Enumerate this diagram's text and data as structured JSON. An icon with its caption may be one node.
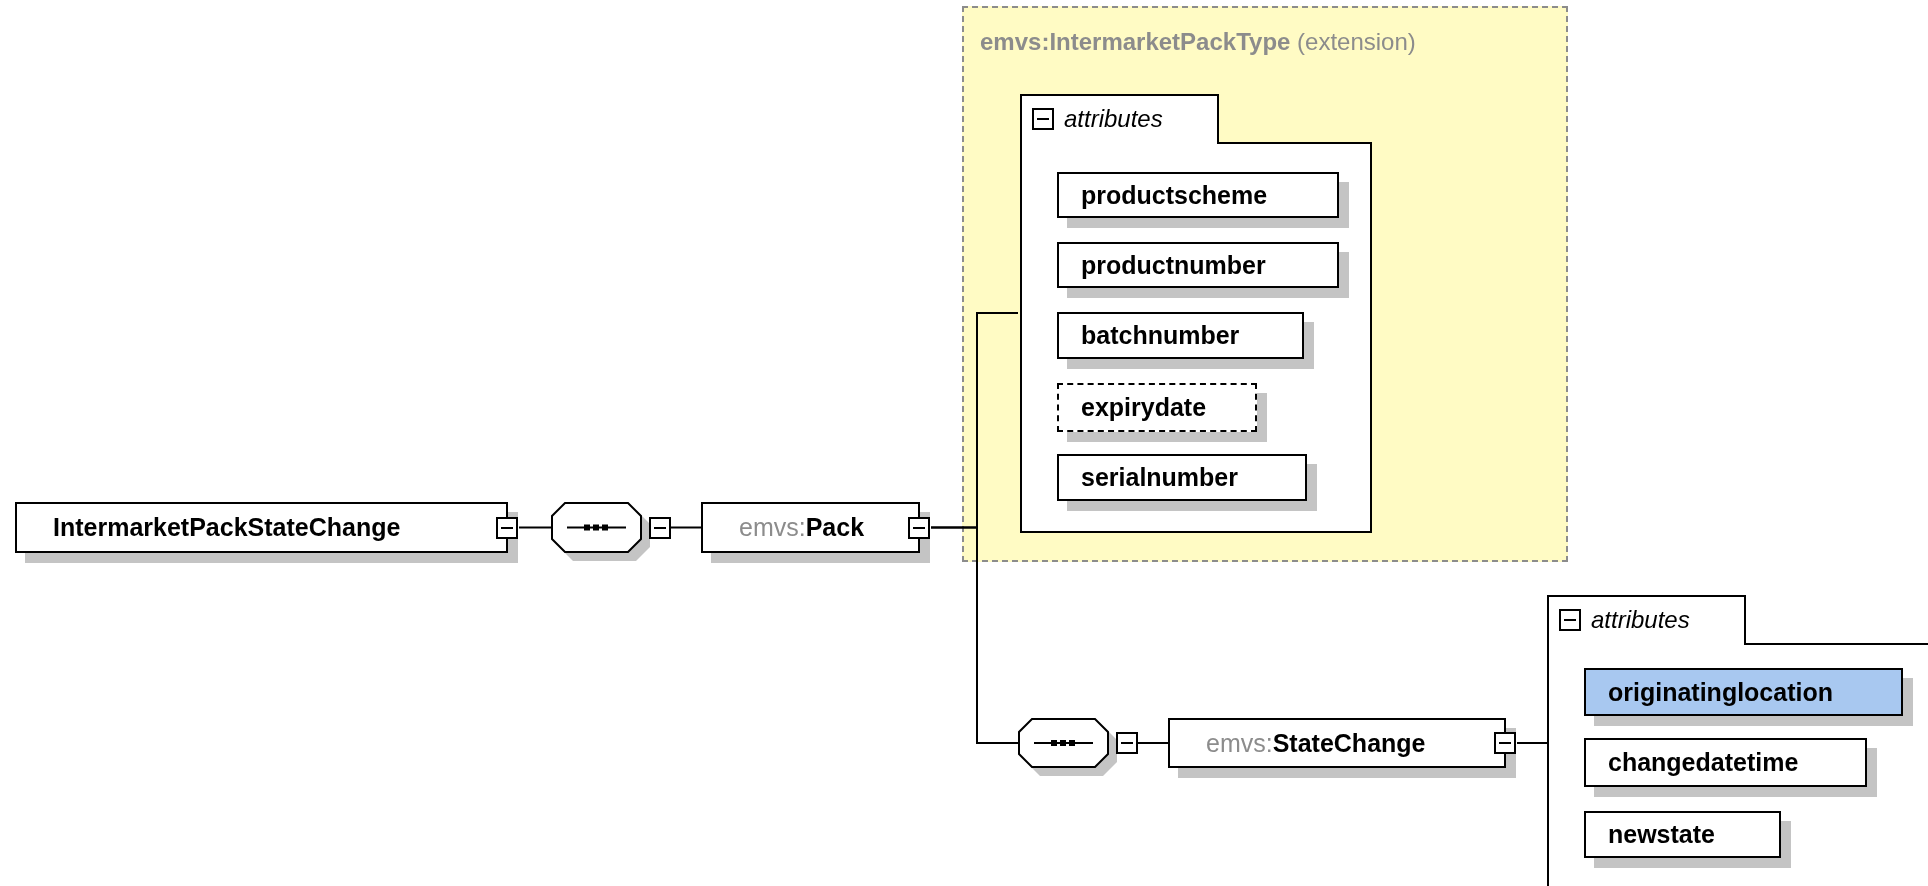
{
  "diagram": {
    "nodes": [
      {
        "text": [
          "IntermarketPackStateChange"
        ]
      },
      {
        "text": [],
        "shape": "octagon"
      },
      {
        "text": [
          "emvs:Pack"
        ]
      },
      {
        "text": [
          "**emvs:IntermarketPackType** (extension)"
        ]
      },
      {
        "text": [
          "attributes"
        ],
        "in": 3
      },
      {
        "text": [
          "productscheme"
        ],
        "in": 4
      },
      {
        "text": [
          "productnumber"
        ],
        "in": 4
      },
      {
        "text": [
          "batchnumber"
        ],
        "in": 4
      },
      {
        "text": [
          "expirydate"
        ],
        "in": 4
      },
      {
        "text": [
          "serialnumber"
        ],
        "in": 4
      },
      {
        "text": [],
        "shape": "octagon"
      },
      {
        "text": [
          "emvs:StateChange"
        ]
      },
      {
        "text": [
          "attributes"
        ]
      },
      {
        "text": [
          "originatinglocation"
        ],
        "in": 12
      },
      {
        "text": [
          "changedatetime"
        ],
        "in": 12
      },
      {
        "text": [
          "newstate"
        ],
        "in": 12
      }
    ],
    "edges": [
      {
        "from": 0,
        "to": 1,
        "arrow": "none"
      },
      {
        "from": 1,
        "to": 2,
        "arrow": "none"
      },
      {
        "from": 2,
        "to": 4,
        "arrow": "none"
      },
      {
        "from": 2,
        "to": 10,
        "arrow": "none"
      },
      {
        "from": 10,
        "to": 11,
        "arrow": "none"
      },
      {
        "from": 11,
        "to": 12,
        "arrow": "none"
      }
    ]
  }
}
